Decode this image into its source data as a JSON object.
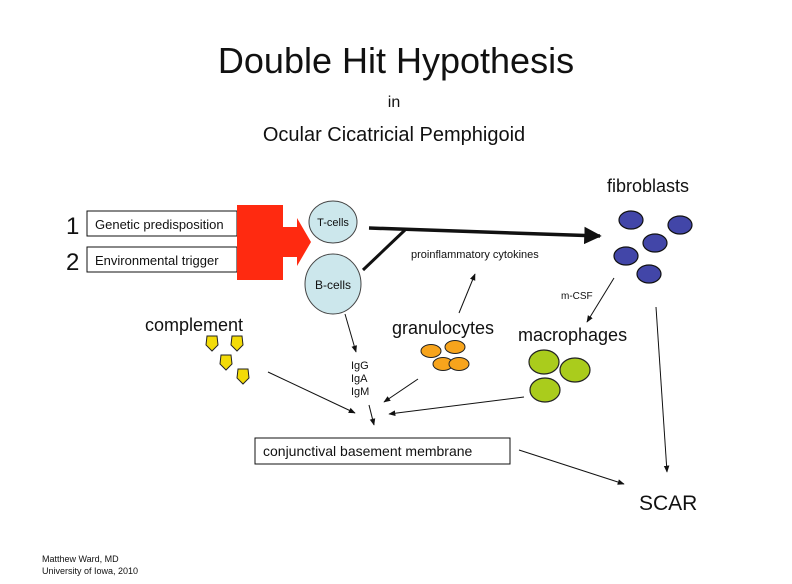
{
  "title": {
    "main": "Double Hit Hypothesis",
    "connector": "in",
    "subtitle": "Ocular Cicatricial Pemphigoid"
  },
  "hits": [
    {
      "number": "1",
      "label": "Genetic predisposition"
    },
    {
      "number": "2",
      "label": "Environmental trigger"
    }
  ],
  "nodes": {
    "t_cells": "T-cells",
    "b_cells": "B-cells",
    "fibroblasts": "fibroblasts",
    "complement": "complement",
    "granulocytes": "granulocytes",
    "macrophages": "macrophages",
    "membrane": "conjunctival basement membrane",
    "scar": "SCAR"
  },
  "edge_labels": {
    "cytokines": "proinflammatory cytokines",
    "mcsf": "m-CSF",
    "antibodies": [
      "IgG",
      "IgA",
      "IgM"
    ]
  },
  "colors": {
    "hit_arrow": "#ff2a10",
    "lymphocyte_fill": "#cce7ec",
    "fibroblast_fill": "#4246a8",
    "granulocyte_fill": "#f7a41c",
    "macrophage_fill": "#aacc1c",
    "complement_fill": "#f3db08"
  },
  "credit": {
    "author": "Matthew Ward, MD",
    "affiliation": "University of Iowa, 2010"
  }
}
